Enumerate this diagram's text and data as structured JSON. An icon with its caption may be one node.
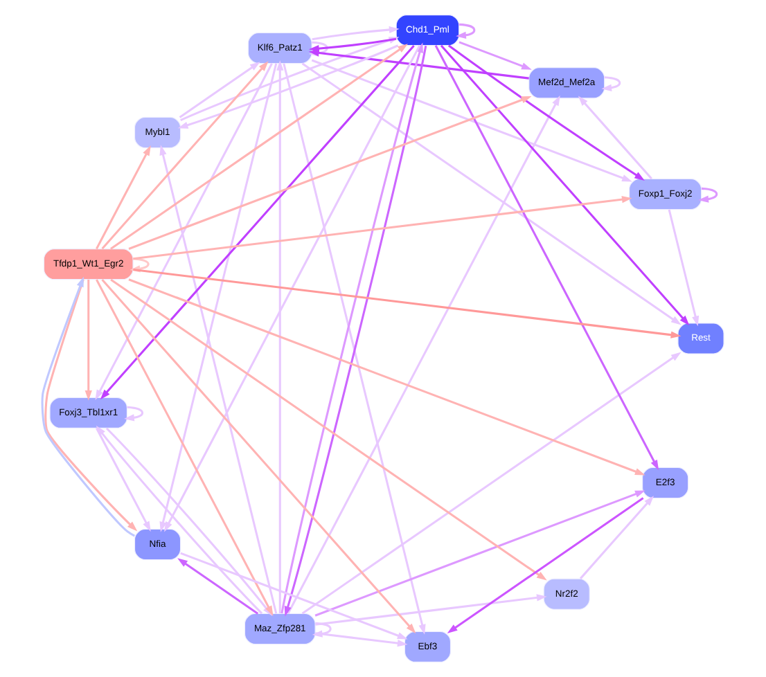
{
  "diagram": {
    "nodes": [
      {
        "text": [
          "Klf6_Patz1"
        ]
      },
      {
        "text": [
          "Mybl1"
        ]
      },
      {
        "text": [
          "Foxj3_Tbl1xr1"
        ]
      },
      {
        "text": [
          "Mef2d_Mef2a"
        ]
      },
      {
        "text": [
          "Maz_Zfp281"
        ]
      },
      {
        "text": [
          "Chd1_Pml"
        ]
      },
      {
        "text": [
          "Tfdp1_Wt1_Egr2"
        ]
      },
      {
        "text": [
          "E2f3"
        ]
      },
      {
        "text": [
          "Nfia"
        ]
      },
      {
        "text": [
          "Ebf3"
        ]
      },
      {
        "text": [
          "Nr2f2"
        ]
      },
      {
        "text": [
          "Rest"
        ]
      },
      {
        "text": [
          "Foxp1_Foxj2"
        ]
      }
    ],
    "edges": [
      {
        "from": 6,
        "to": 0,
        "arrow": "to",
        "color": "#ffb3b3"
      },
      {
        "from": 6,
        "to": 1,
        "arrow": "to",
        "color": "#ffb3b3"
      },
      {
        "from": 6,
        "to": 2,
        "arrow": "to",
        "color": "#ffb3b3"
      },
      {
        "from": 6,
        "to": 3,
        "arrow": "to",
        "color": "#ffb3b3"
      },
      {
        "from": 6,
        "to": 4,
        "arrow": "to",
        "color": "#ffb3b3"
      },
      {
        "from": 6,
        "to": 5,
        "arrow": "to",
        "color": "#ffb3b3"
      },
      {
        "from": 6,
        "to": 7,
        "arrow": "to",
        "color": "#ffb3b3"
      },
      {
        "from": 6,
        "to": 8,
        "arrow": "to",
        "color": "#ffb3b3"
      },
      {
        "from": 6,
        "to": 9,
        "arrow": "to",
        "color": "#ffb3b3"
      },
      {
        "from": 6,
        "to": 10,
        "arrow": "to",
        "color": "#ffb3b3"
      },
      {
        "from": 6,
        "to": 11,
        "arrow": "to",
        "color": "#ff9999"
      },
      {
        "from": 6,
        "to": 12,
        "arrow": "to",
        "color": "#ffb3b3"
      },
      {
        "from": 6,
        "to": 6,
        "arrow": "to",
        "color": "#ffc8c8"
      },
      {
        "from": 8,
        "to": 6,
        "arrow": "to",
        "color": "#c0c8ff"
      },
      {
        "from": 5,
        "to": 0,
        "arrow": "to",
        "color": "#c040ff"
      },
      {
        "from": 5,
        "to": 2,
        "arrow": "to",
        "color": "#c040ff"
      },
      {
        "from": 5,
        "to": 4,
        "arrow": "to",
        "color": "#cc66ff"
      },
      {
        "from": 5,
        "to": 11,
        "arrow": "to",
        "color": "#c040ff"
      },
      {
        "from": 5,
        "to": 12,
        "arrow": "to",
        "color": "#c040ff"
      },
      {
        "from": 5,
        "to": 3,
        "arrow": "to",
        "color": "#dd99ff"
      },
      {
        "from": 5,
        "to": 8,
        "arrow": "to"
      },
      {
        "from": 5,
        "to": 5,
        "arrow": "to",
        "color": "#dd99ff"
      },
      {
        "from": 5,
        "to": 7,
        "arrow": "to",
        "color": "#cc66ff"
      },
      {
        "from": 3,
        "to": 0,
        "arrow": "to",
        "color": "#c040ff"
      },
      {
        "from": 0,
        "to": 0,
        "arrow": "to"
      },
      {
        "from": 0,
        "to": 2,
        "arrow": "to"
      },
      {
        "from": 1,
        "to": 0,
        "arrow": "to"
      },
      {
        "from": 2,
        "to": 2,
        "arrow": "to"
      },
      {
        "from": 4,
        "to": 2,
        "arrow": "to"
      },
      {
        "from": 2,
        "to": 4,
        "arrow": "to"
      },
      {
        "from": 4,
        "to": 4,
        "arrow": "to"
      },
      {
        "from": 4,
        "to": 0,
        "arrow": "to"
      },
      {
        "from": 4,
        "to": 1,
        "arrow": "to"
      },
      {
        "from": 4,
        "to": 3,
        "arrow": "to"
      },
      {
        "from": 4,
        "to": 5,
        "arrow": "to",
        "color": "#dd99ff"
      },
      {
        "from": 4,
        "to": 7,
        "arrow": "to",
        "color": "#dd99ff"
      },
      {
        "from": 4,
        "to": 9,
        "arrow": "to"
      },
      {
        "from": 4,
        "to": 11,
        "arrow": "to"
      },
      {
        "from": 4,
        "to": 8,
        "arrow": "to",
        "color": "#cc66ff"
      },
      {
        "from": 4,
        "to": 10,
        "arrow": "to"
      },
      {
        "from": 2,
        "to": 8,
        "arrow": "to"
      },
      {
        "from": 0,
        "to": 5,
        "arrow": "to"
      },
      {
        "from": 0,
        "to": 8,
        "arrow": "to"
      },
      {
        "from": 0,
        "to": 9,
        "arrow": "to"
      },
      {
        "from": 0,
        "to": 11,
        "arrow": "to"
      },
      {
        "from": 0,
        "to": 12,
        "arrow": "to"
      },
      {
        "from": 1,
        "to": 5,
        "arrow": "to"
      },
      {
        "from": 5,
        "to": 1,
        "arrow": "to"
      },
      {
        "from": 3,
        "to": 3,
        "arrow": "to"
      },
      {
        "from": 12,
        "to": 3,
        "arrow": "to"
      },
      {
        "from": 12,
        "to": 12,
        "arrow": "to",
        "color": "#dd99ff"
      },
      {
        "from": 12,
        "to": 11,
        "arrow": "to"
      },
      {
        "from": 10,
        "to": 7,
        "arrow": "to"
      },
      {
        "from": 7,
        "to": 9,
        "arrow": "to",
        "color": "#cc55ff"
      },
      {
        "from": 8,
        "to": 9,
        "arrow": "to"
      }
    ]
  }
}
